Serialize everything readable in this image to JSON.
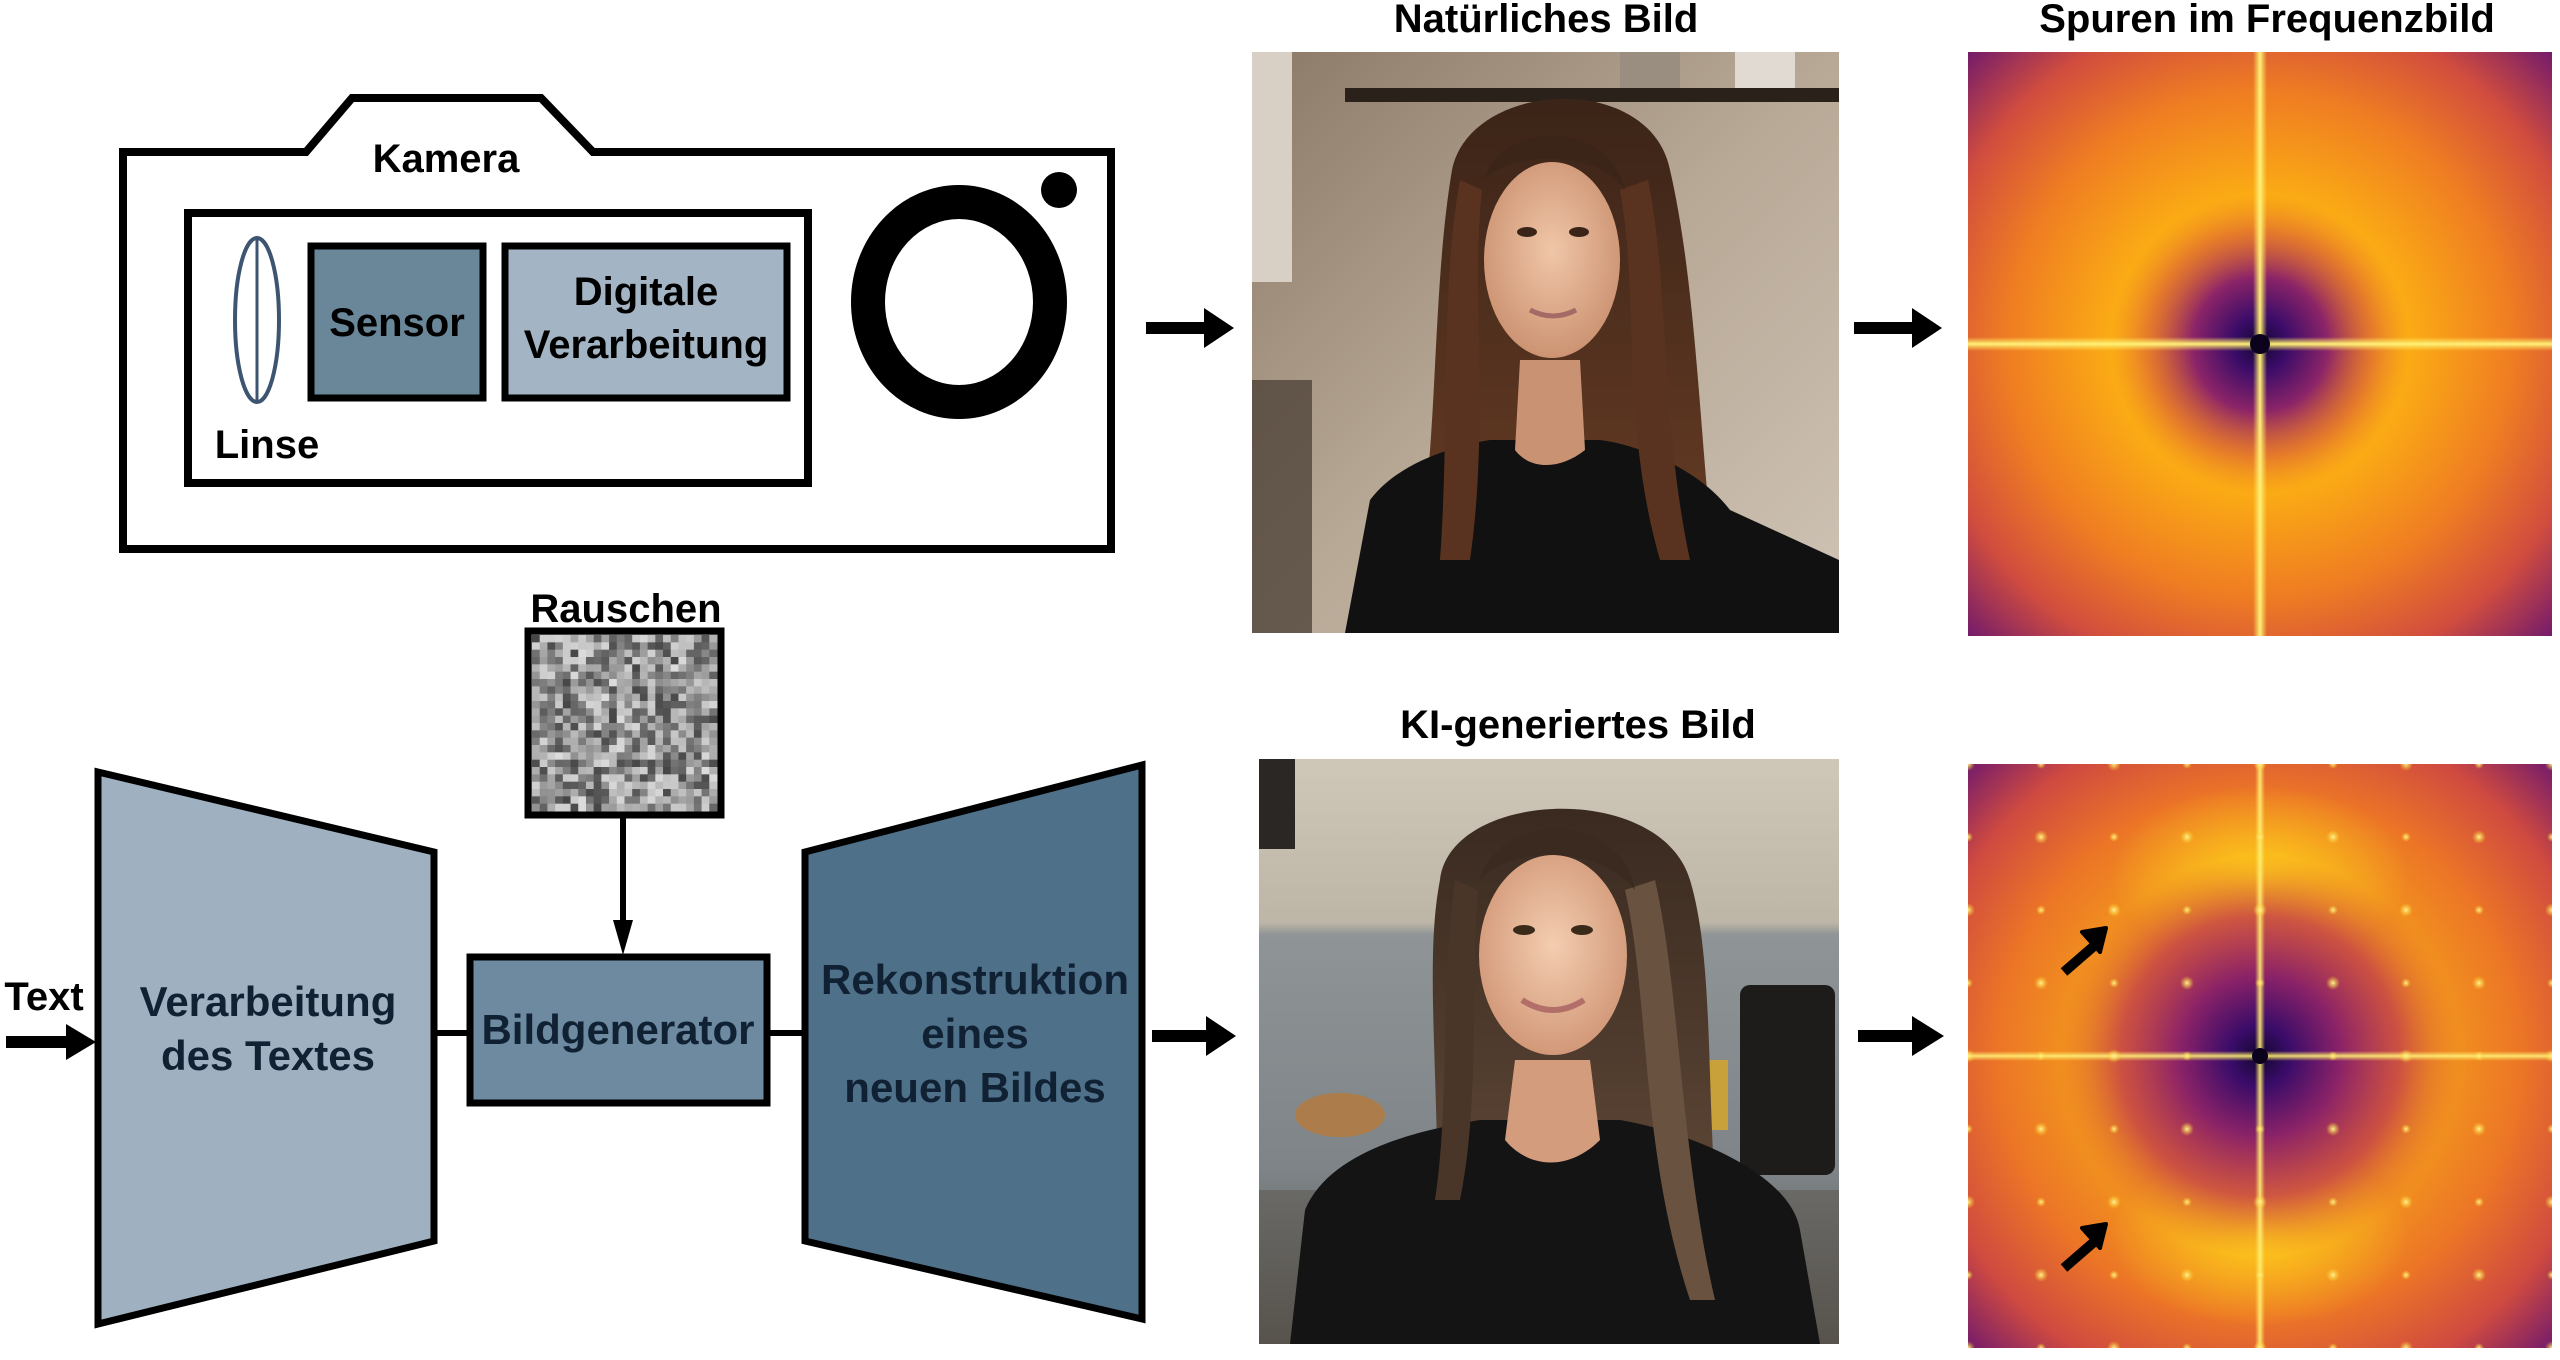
{
  "camera": {
    "title": "Kamera",
    "lens_label": "Linse",
    "sensor_label": "Sensor",
    "processing_label_line1": "Digitale",
    "processing_label_line2": "Verarbeitung"
  },
  "generator": {
    "noise_label": "Rauschen",
    "input_label": "Text",
    "text_processing_line1": "Verarbeitung",
    "text_processing_line2": "des Textes",
    "image_generator_label": "Bildgenerator",
    "reconstruction_line1": "Rekonstruktion",
    "reconstruction_line2": "eines",
    "reconstruction_line3": "neuen Bildes"
  },
  "images": {
    "natural_title": "Natürliches Bild",
    "ai_title": "KI-generiertes Bild",
    "spectrum_title": "Spuren im Frequenzbild"
  },
  "colors": {
    "sensor": "#6a8799",
    "processing": "#a3b5c4",
    "text_encoder": "#9fb1c1",
    "generator_box": "#6d8aa0",
    "reconstruction": "#4f7089",
    "lens_stroke": "#3d5570",
    "label_dark": "#0f2133"
  }
}
